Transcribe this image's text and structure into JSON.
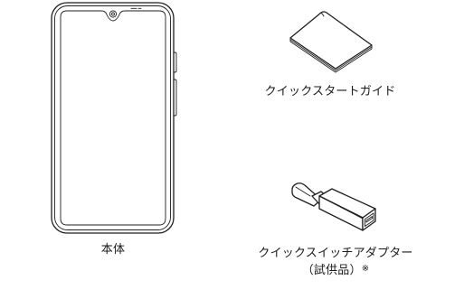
{
  "items": {
    "main_unit": {
      "label": "本体",
      "icon": "smartphone-icon"
    },
    "quick_start_guide": {
      "label": "クイックスタートガイド",
      "icon": "booklet-icon"
    },
    "quick_switch_adapter": {
      "label_line1": "クイックスイッチアダプター",
      "label_line2": "（試供品）",
      "note_mark": "※",
      "icon": "usb-adapter-icon"
    }
  }
}
